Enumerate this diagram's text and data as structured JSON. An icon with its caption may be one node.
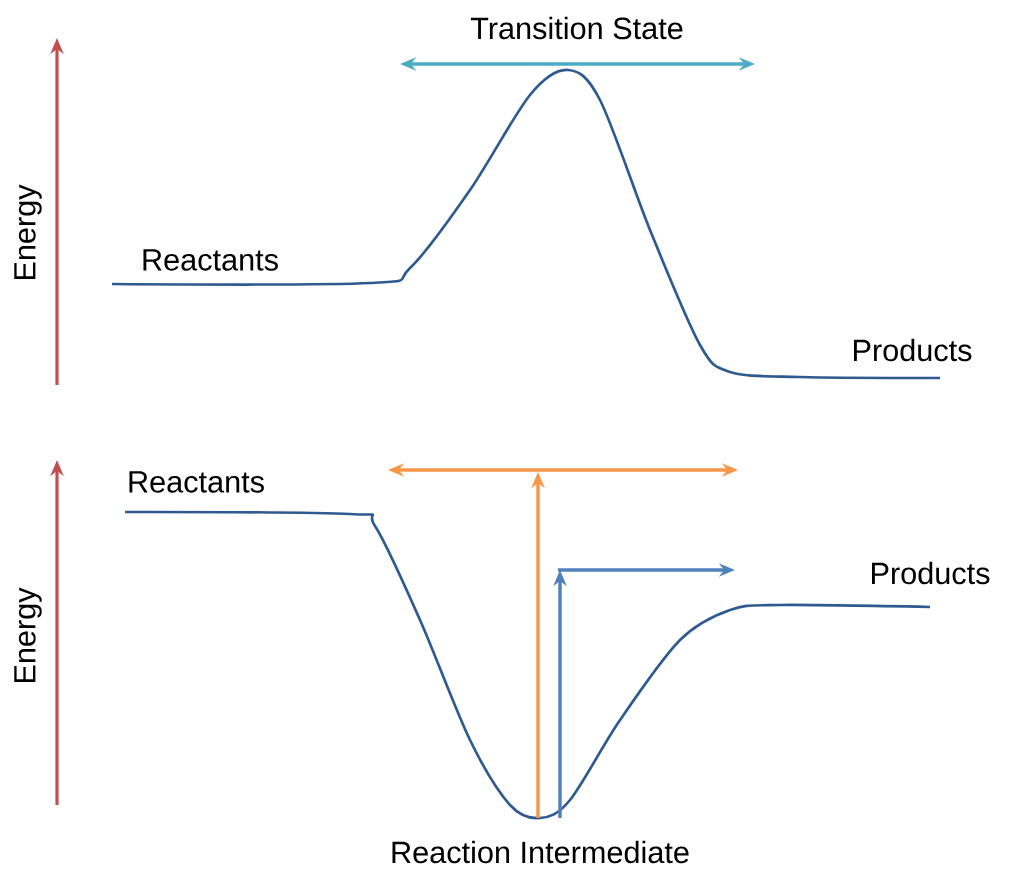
{
  "diagram": {
    "labels": [
      "Transition State",
      "Energy",
      "Reactants",
      "Products",
      "Reactants",
      "Products",
      "Energy",
      "Reaction Intermediate"
    ]
  }
}
